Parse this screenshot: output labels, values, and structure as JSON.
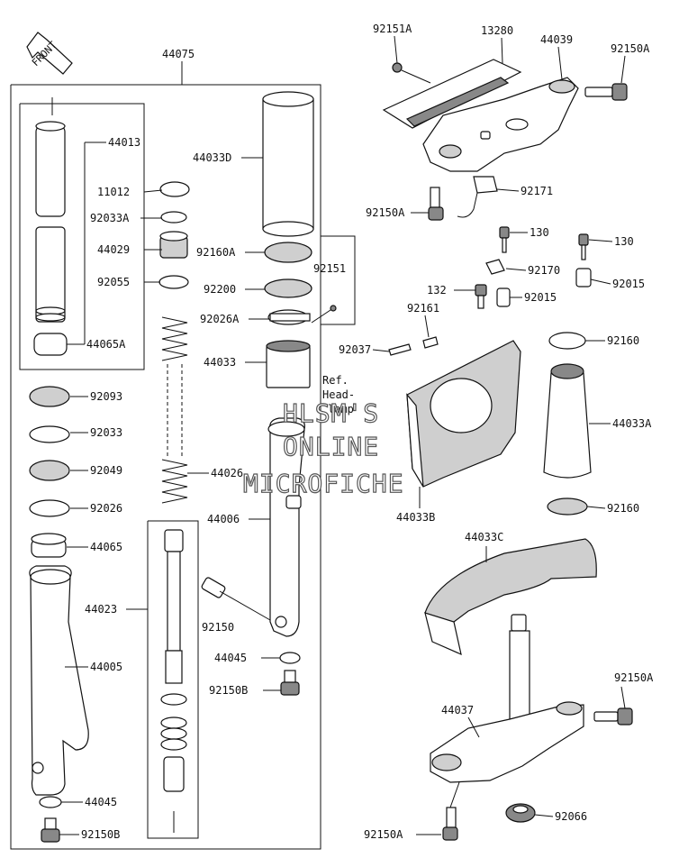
{
  "front_marker": "FRONT",
  "watermark": [
    "HLSM'S",
    "ONLINE",
    "MICROFICHE"
  ],
  "reference_note": [
    "Ref.",
    "Head-",
    "lamp"
  ],
  "callouts": {
    "c44075": "44075",
    "c44013": "44013",
    "c11012": "11012",
    "c92033A": "92033A",
    "c44029": "44029",
    "c92055": "92055",
    "c44065A": "44065A",
    "c92093": "92093",
    "c92033": "92033",
    "c92049": "92049",
    "c92026": "92026",
    "c44065": "44065",
    "c44023": "44023",
    "c44005": "44005",
    "c44045_left": "44045",
    "c92150B_left": "92150B",
    "c44033D": "44033D",
    "c92160A": "92160A",
    "c92151": "92151",
    "c92200": "92200",
    "c92026A": "92026A",
    "c44033": "44033",
    "c44026": "44026",
    "c44006": "44006",
    "c92150": "92150",
    "c44045_mid": "44045",
    "c92150B_mid": "92150B",
    "c92151A": "92151A",
    "c13280": "13280",
    "c44039": "44039",
    "c92150A_top": "92150A",
    "c92150A_upper": "92150A",
    "c92171": "92171",
    "c130_a": "130",
    "c130_b": "130",
    "c92170": "92170",
    "c132": "132",
    "c92015_a": "92015",
    "c92015_b": "92015",
    "c92161": "92161",
    "c92037": "92037",
    "c92160_a": "92160",
    "c44033A": "44033A",
    "c44033B": "44033B",
    "c92160_b": "92160",
    "c44033C": "44033C",
    "c92150A_right": "92150A",
    "c44037": "44037",
    "c92066": "92066",
    "c92150A_bottom": "92150A"
  }
}
